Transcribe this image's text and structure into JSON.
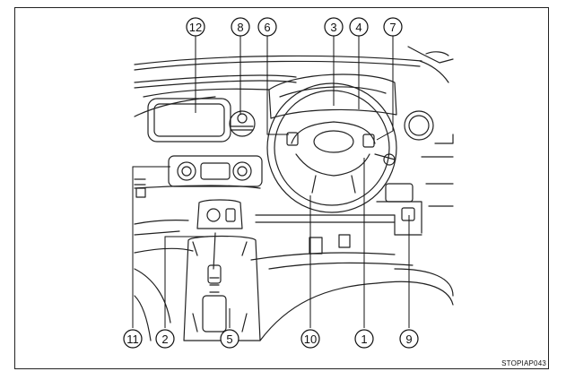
{
  "figure": {
    "reference_code": "STOPIAP043",
    "callouts_top": [
      "12",
      "8",
      "6",
      "3",
      "4",
      "7"
    ],
    "callouts_bottom": [
      "11",
      "2",
      "5",
      "10",
      "1",
      "9"
    ]
  }
}
